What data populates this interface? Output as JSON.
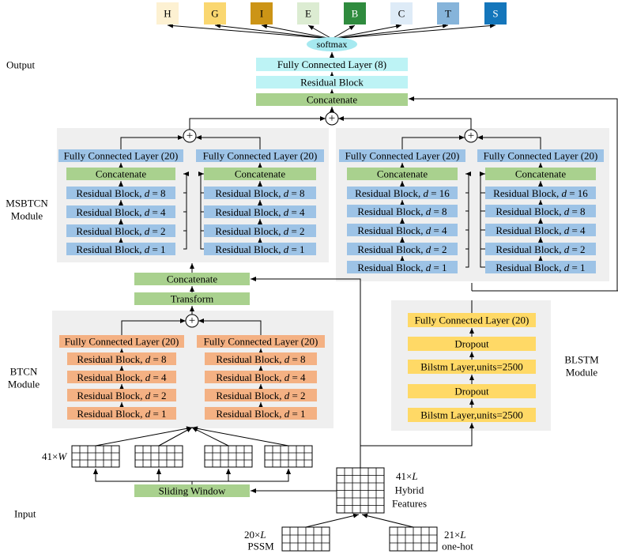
{
  "output_classes": [
    {
      "label": "H",
      "color": "#fdf1d2"
    },
    {
      "label": "G",
      "color": "#fad770"
    },
    {
      "label": "I",
      "color": "#cc9416"
    },
    {
      "label": "E",
      "color": "#dcecd2"
    },
    {
      "label": "B",
      "color": "#2f8b3e"
    },
    {
      "label": "C",
      "color": "#deebf7"
    },
    {
      "label": "T",
      "color": "#86b4da"
    },
    {
      "label": "S",
      "color": "#1476bb"
    }
  ],
  "sections": {
    "output": "Output",
    "msbtcn": [
      "MSBTCN",
      "Module"
    ],
    "btcn": [
      "BTCN",
      "Module"
    ],
    "blstm": [
      "BLSTM",
      "Module"
    ],
    "input": "Input"
  },
  "output_block": {
    "softmax": "softmax",
    "fc": "Fully Connected Layer (8)",
    "residual": "Residual Block",
    "concat": "Concatenate"
  },
  "plus_symbol": "+",
  "msbtcn": {
    "fc_label": "Fully Connected Layer (20)",
    "concat_label": "Concatenate",
    "branches": [
      {
        "residuals": [
          "Residual Block, d = 8",
          "Residual Block, d = 4",
          "Residual Block, d = 2",
          "Residual Block, d = 1"
        ]
      },
      {
        "residuals": [
          "Residual Block, d = 8",
          "Residual Block, d = 4",
          "Residual Block, d = 2",
          "Residual Block, d = 1"
        ]
      },
      {
        "residuals": [
          "Residual Block, d = 16",
          "Residual Block, d = 8",
          "Residual Block, d = 4",
          "Residual Block, d = 2",
          "Residual Block, d = 1"
        ]
      },
      {
        "residuals": [
          "Residual Block, d = 16",
          "Residual Block, d = 8",
          "Residual Block, d = 4",
          "Residual Block, d = 2",
          "Residual Block, d = 1"
        ]
      }
    ]
  },
  "middle": {
    "concat": "Concatenate",
    "transform": "Transform"
  },
  "btcn": {
    "fc_label": "Fully Connected Layer (20)",
    "branches": [
      {
        "residuals": [
          "Residual Block, d = 8",
          "Residual Block, d = 4",
          "Residual Block, d = 2",
          "Residual Block, d = 1"
        ]
      },
      {
        "residuals": [
          "Residual Block, d = 8",
          "Residual Block, d = 4",
          "Residual Block, d = 2",
          "Residual Block, d = 1"
        ]
      }
    ]
  },
  "blstm": {
    "layers": [
      "Fully Connected Layer (20)",
      "Dropout",
      "Bilstm Layer,units=2500",
      "Dropout",
      "Bilstm Layer,units=2500"
    ]
  },
  "input": {
    "window_label": "41×W",
    "sliding_window": "Sliding Window",
    "hybrid_dim": "41×L",
    "hybrid_label": [
      "Hybrid",
      "Features"
    ],
    "pssm_dim": "20×L",
    "pssm_label": "PSSM",
    "onehot_dim": "21×L",
    "onehot_label": "one-hot"
  },
  "colors": {
    "blue": "#9dc3e6",
    "green": "#a9d18e",
    "orange": "#f4b183",
    "yellow": "#ffd966",
    "cyan": "#bdf3f5",
    "softmax": "#a6e9f0",
    "panel": "#efefef"
  }
}
